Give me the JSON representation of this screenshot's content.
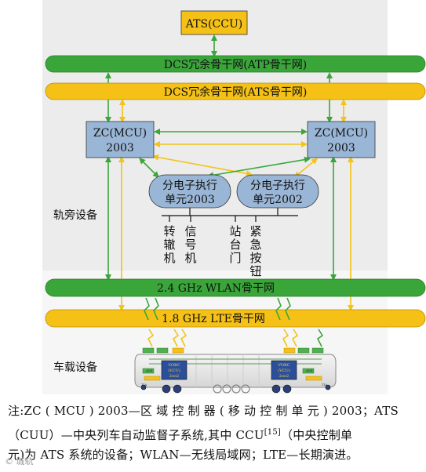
{
  "nodes": {
    "ats": "ATS(CCU)",
    "zc_left_line1": "ZC(MCU)",
    "zc_left_line2": "2003",
    "zc_right_line1": "ZC(MCU)",
    "zc_right_line2": "2003",
    "unit_left_line1": "分电子执行",
    "unit_left_line2": "单元2003",
    "unit_right_line1": "分电子执行",
    "unit_right_line2": "单元2002",
    "vobc_line1": "VOBC",
    "vobc_line2": "(VCU)",
    "vobc_line3": "2oo2",
    "tia_label": "TIA",
    "ami_label": "AMI"
  },
  "backbones": {
    "dcs_atp": "DCS冗余骨干网(ATP骨干网)",
    "dcs_ats": "DCS冗余骨干网(ATS骨干网)",
    "wlan": "2.4 GHz WLAN骨干网",
    "lte": "1.8 GHz LTE骨干网"
  },
  "sections": {
    "trackside": "轨旁设备",
    "onboard": "车载设备"
  },
  "devices": [
    {
      "chars": [
        "转",
        "辙",
        "机"
      ]
    },
    {
      "chars": [
        "信",
        "号",
        "机"
      ]
    },
    {
      "chars": [
        "站",
        "台",
        "门"
      ]
    },
    {
      "chars": [
        "紧",
        "急",
        "按",
        "钮"
      ]
    }
  ],
  "note": {
    "line1": "注:ZC ( MCU ) 2003—区 域 控 制 器 ( 移 动 控 制 单 元 ) 2003；ATS",
    "line2_pre": "（CUU）—中央列车自动监督子系统,其中 CCU",
    "line2_sup": "[15]",
    "line2_post": "（中央控制单",
    "line3": "元)为 ATS 系统的设备；WLAN—无线局域网；LTE—长期演进。"
  },
  "watermark": "© 城轨"
}
